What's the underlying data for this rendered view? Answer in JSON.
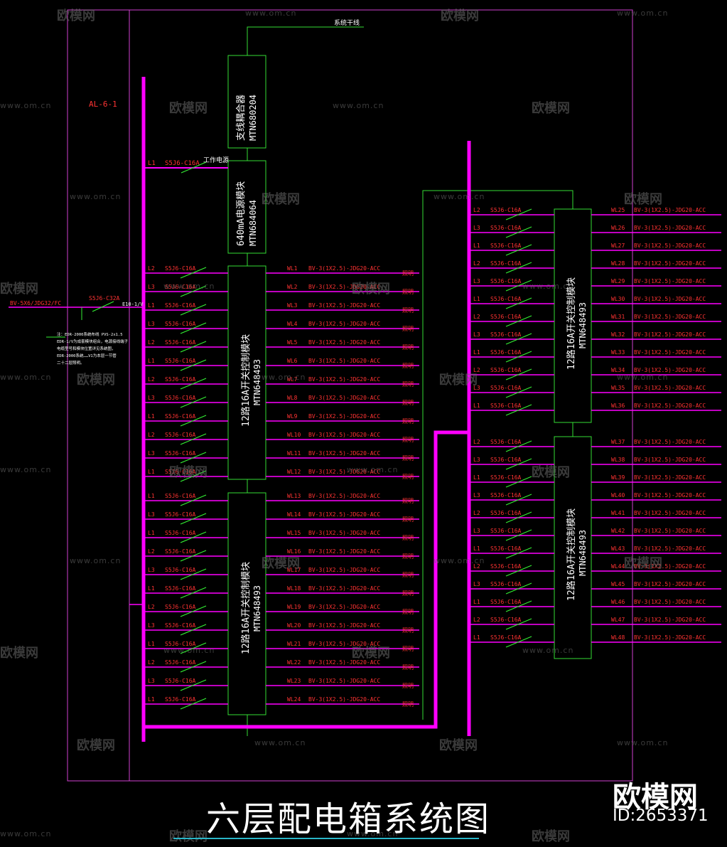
{
  "title": "六层配电箱系统图",
  "panel_id": "AL-6-1",
  "trunk_label": "系统干线",
  "work_power_label": "工作电源",
  "incoming": {
    "cable": "BV-5X6/JDG32/FC",
    "breaker": "S5J6-C32A",
    "rcd": "E10-1/V",
    "note_lines": [
      "注：EDR-2000系统布线 PVS-2x1.5",
      "EDR-1/V为成套模块组合，电源接线端子",
      "电缆型号和模块位置详见系统图，",
      "EDR-2000系统……V1为本层一节管",
      "二十二层照明。"
    ]
  },
  "modules": {
    "coupler": {
      "name": "支线耦合器",
      "model": "MTN680204"
    },
    "power": {
      "name": "640mA电源模块",
      "model": "MTN684064"
    },
    "switch1": {
      "name": "12路16A开关控制模块",
      "model": "MTN648493"
    },
    "switch2": {
      "name": "12路16A开关控制模块",
      "model": "MTN648493"
    },
    "switch3": {
      "name": "12路16A开关控制模块",
      "model": "MTN648493"
    },
    "switch4": {
      "name": "12路16A开关控制模块",
      "model": "MTN648493"
    }
  },
  "feed_breaker": {
    "phase": "L1",
    "breaker": "S5J6-C16A"
  },
  "breaker_label": "S5J6-C16A",
  "cable_label": "BV-3(1X2.5)-JDG20-ACC",
  "load_label": "照明",
  "left_phases": [
    "L2",
    "L3",
    "L1",
    "L3",
    "L2",
    "L1",
    "L2",
    "L3",
    "L1",
    "L2",
    "L3",
    "L1",
    "L1",
    "L3",
    "L1",
    "L2",
    "L3",
    "L1",
    "L2",
    "L3",
    "L1",
    "L2",
    "L3",
    "L1"
  ],
  "left_circuits": [
    "WL1",
    "WL2",
    "WL3",
    "WL4",
    "WL5",
    "WL6",
    "WL7",
    "WL8",
    "WL9",
    "WL10",
    "WL11",
    "WL12",
    "WL13",
    "WL14",
    "WL15",
    "WL16",
    "WL17",
    "WL18",
    "WL19",
    "WL20",
    "WL21",
    "WL22",
    "WL23",
    "WL24"
  ],
  "right_phases": [
    "L2",
    "L3",
    "L1",
    "L2",
    "L3",
    "L1",
    "L2",
    "L3",
    "L1",
    "L2",
    "L3",
    "L1",
    "L2",
    "L3",
    "L1",
    "L3",
    "L2",
    "L3",
    "L1",
    "L2",
    "L3",
    "L1",
    "L2",
    "L1"
  ],
  "right_circuits": [
    "WL25",
    "WL26",
    "WL27",
    "WL28",
    "WL29",
    "WL30",
    "WL31",
    "WL32",
    "WL33",
    "WL34",
    "WL35",
    "WL36",
    "WL37",
    "WL38",
    "WL39",
    "WL40",
    "WL41",
    "WL42",
    "WL43",
    "WL44",
    "WL45",
    "WL46",
    "WL47",
    "WL48"
  ],
  "watermark": {
    "brand": "欧模网",
    "url": "www.om.cn",
    "id": "ID:2653371"
  },
  "colors": {
    "bus": "#ff00ff",
    "frame": "#ff40ff",
    "module": "#33dd33",
    "breaker": "#33ee33",
    "text_red": "#ff3333",
    "text_white": "#ffffff"
  }
}
